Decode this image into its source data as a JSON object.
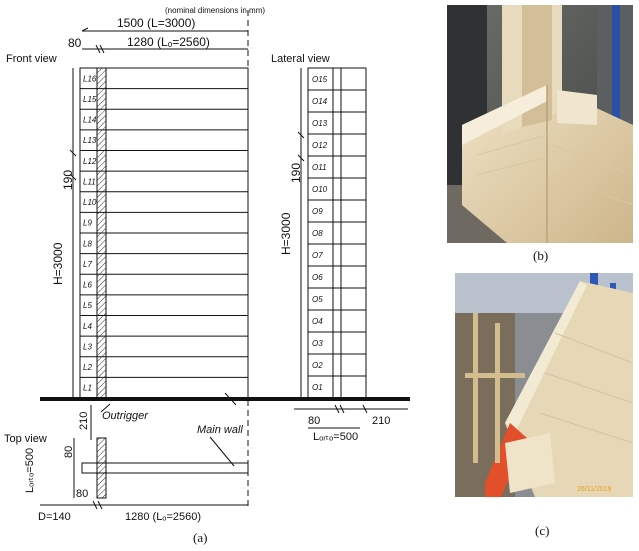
{
  "panel_a": {
    "caption": "(a)",
    "nominal_note": "(nominal dimensions in mm)",
    "dim_total": "1500 (L=3000)",
    "dim_left": "80",
    "dim_wall": "1280 (Lₒ=2560)",
    "front_view_label": "Front view",
    "lateral_view_label": "Lateral view",
    "top_view_label": "Top view",
    "height_label_front": "H=3000",
    "height_label_lateral": "H=3000",
    "layer_height_front": "190",
    "layer_height_lateral": "190",
    "front_layers": [
      "L16",
      "L15",
      "L14",
      "L13",
      "L12",
      "L11",
      "L10",
      "L9",
      "L8",
      "L7",
      "L6",
      "L5",
      "L4",
      "L3",
      "L2",
      "L1"
    ],
    "lateral_layers": [
      "O15",
      "O14",
      "O13",
      "O12",
      "O11",
      "O10",
      "O9",
      "O8",
      "O7",
      "O6",
      "O5",
      "O4",
      "O3",
      "O2",
      "O1"
    ],
    "outrigger_label": "Outrigger",
    "main_wall_label": "Main wall",
    "top_dim_210": "210",
    "top_dim_80_a": "80",
    "top_dim_80_b": "80",
    "top_dim_lorto": "Lₒᵣₜₒ=500",
    "bottom_dim_d": "D=140",
    "bottom_dim_wall": "1280 (Lₒ=2560)",
    "lat_dim_80": "80",
    "lat_dim_210": "210",
    "lat_dim_lorto": "Lₒᵣₜₒ=500"
  },
  "panel_b": {
    "caption": "(b)"
  },
  "panel_c": {
    "caption": "(c)",
    "photo_stamp": "26/11/2019"
  }
}
